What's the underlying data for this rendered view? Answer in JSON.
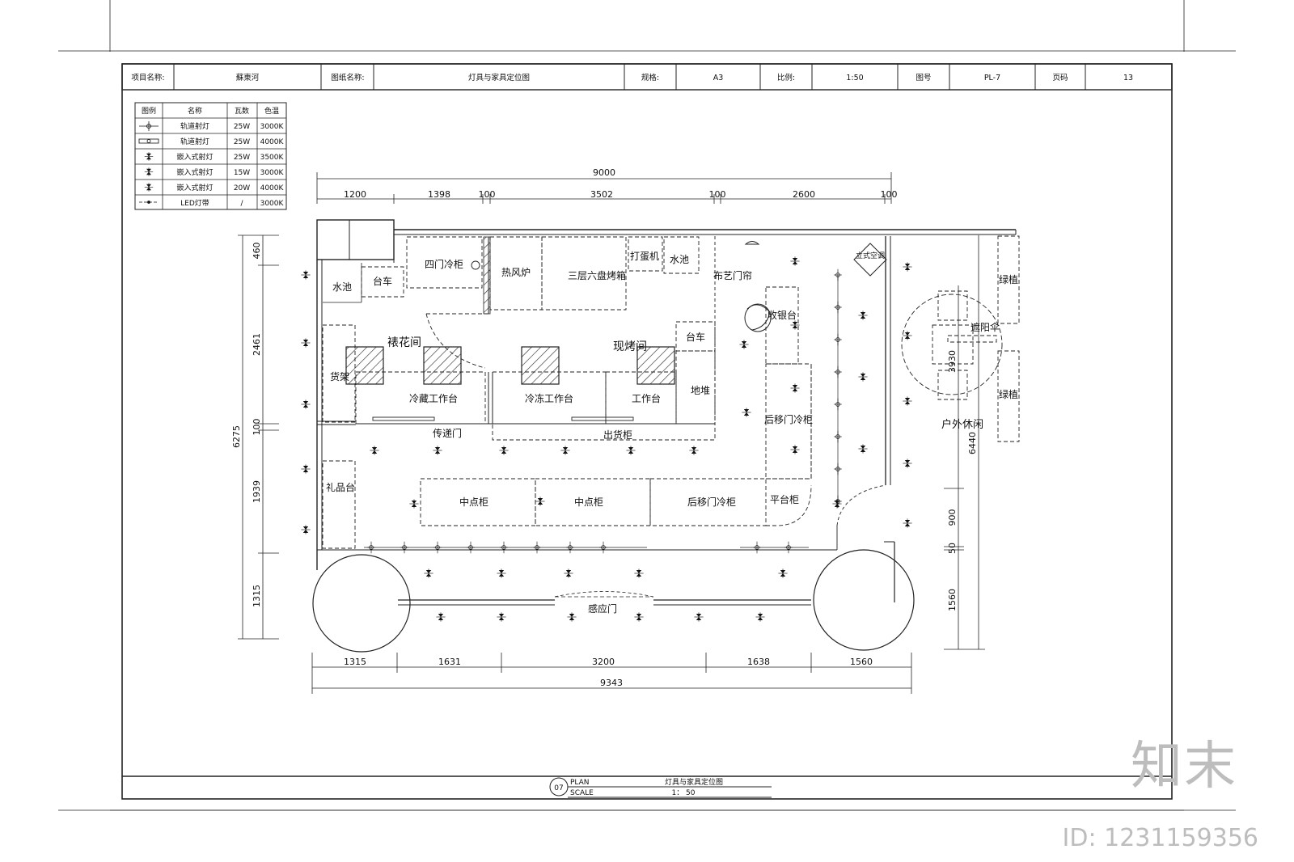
{
  "title_block": {
    "project_label": "项目名称:",
    "project_value": "蘇東河",
    "drawing_label": "图纸名称:",
    "drawing_value": "灯具与家具定位图",
    "size_label": "规格:",
    "size_value": "A3",
    "scale_label": "比例:",
    "scale_value": "1:50",
    "sheet_label": "图号",
    "sheet_value": "PL-7",
    "page_label": "页码",
    "page_value": "13"
  },
  "legend": {
    "headers": [
      "图例",
      "名称",
      "瓦数",
      "色温"
    ],
    "rows": [
      {
        "icon": "track-spotlight-icon",
        "name": "轨道射灯",
        "watt": "25W",
        "temp": "3000K"
      },
      {
        "icon": "track-spotlight-icon",
        "name": "轨道射灯",
        "watt": "25W",
        "temp": "4000K"
      },
      {
        "icon": "recessed-spotlight-icon",
        "name": "嵌入式射灯",
        "watt": "25W",
        "temp": "3500K"
      },
      {
        "icon": "recessed-spotlight-icon",
        "name": "嵌入式射灯",
        "watt": "15W",
        "temp": "3000K"
      },
      {
        "icon": "recessed-spotlight-icon",
        "name": "嵌入式射灯",
        "watt": "20W",
        "temp": "4000K"
      },
      {
        "icon": "led-strip-icon",
        "name": "LED灯带",
        "watt": "/",
        "temp": "3000K"
      }
    ]
  },
  "dimensions": {
    "top_total": "9000",
    "top_segments": [
      "1200",
      "1398",
      "100",
      "3502",
      "100",
      "2600",
      "100"
    ],
    "left_total": "6275",
    "left_segments": [
      "460",
      "2461",
      "100",
      "1939",
      "1315"
    ],
    "bottom_total": "9343",
    "bottom_segments": [
      "1315",
      "1631",
      "3200",
      "1638",
      "1560"
    ],
    "right_total": "6440",
    "right_segments": [
      "3930",
      "900",
      "50",
      "1560"
    ]
  },
  "rooms": {
    "water_sink_left": "水池",
    "cart_left": "台车",
    "four_door_fridge": "四门冷柜",
    "hot_air_oven": "热风炉",
    "three_tier_oven": "三层六盘烤箱",
    "egg_beater": "打蛋机",
    "water_sink_right": "水池",
    "decor_room": "裱花间",
    "bake_room": "现烤间",
    "cart_right": "台车",
    "shelf": "货架",
    "cold_workbench": "冷藏工作台",
    "freeze_workbench": "冷冻工作台",
    "workbench": "工作台",
    "floor_stack": "地堆",
    "pass_door": "传递门",
    "goods_cabinet": "出货柜",
    "cloth_curtain": "布艺门帘",
    "cashier": "收银台",
    "standing_ac": "立式空调",
    "rear_sliding_fridge_right": "后移门冷柜",
    "gift_counter": "礼品台",
    "dessert_cabinet_1": "中点柜",
    "dessert_cabinet_2": "中点柜",
    "rear_sliding_fridge_bottom": "后移门冷柜",
    "flat_cabinet": "平台柜",
    "sensor_door": "感应门",
    "green_plant_1": "绿植",
    "sunshade": "遮阳伞",
    "green_plant_2": "绿植",
    "outdoor_leisure": "户外休闲"
  },
  "footer": {
    "number": "07",
    "plan_label": "PLAN",
    "scale_label": "SCALE",
    "title": "灯具与家具定位图",
    "scale": "1： 50"
  },
  "watermark": {
    "brand": "知末",
    "id": "ID: 1231159356"
  }
}
